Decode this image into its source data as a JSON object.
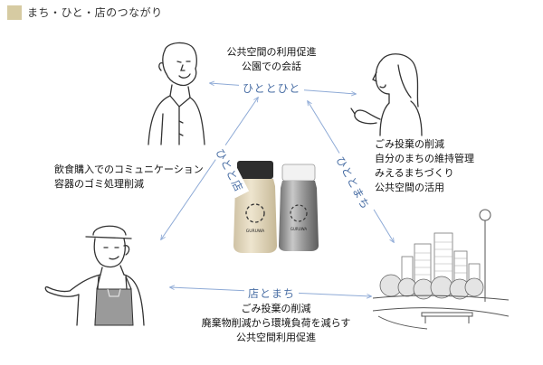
{
  "header": {
    "title": "まち・ひと・店のつながり"
  },
  "colors": {
    "accent": "#d6cba2",
    "relation_text": "#4a6fa5",
    "arrow": "#8eaad6"
  },
  "relations": {
    "people_people": {
      "label": "ひととひと",
      "points": [
        "公共空間の利用促進",
        "公園での会話"
      ]
    },
    "people_shop": {
      "label": "ひとと店",
      "points": [
        "飲食購入でのコミュニケーション",
        "容器のゴミ処理削減"
      ]
    },
    "people_town": {
      "label": "ひととまち",
      "points": [
        "ごみ投棄の削減",
        "自分のまちの維持管理",
        "みえるまちづくり",
        "公共空間の活用"
      ]
    },
    "shop_town": {
      "label": "店とまち",
      "points": [
        "ごみ投棄の削減",
        "廃棄物削減から環境負荷を減らす",
        "公共空間利用促進"
      ]
    }
  },
  "bottle": {
    "brand": "GURUWA"
  },
  "illustrations": {
    "man": "man-illustration",
    "woman": "woman-illustration",
    "shopkeeper": "shopkeeper-illustration",
    "park": "city-park-illustration",
    "bottles": "tumbler-bottles-photo"
  }
}
